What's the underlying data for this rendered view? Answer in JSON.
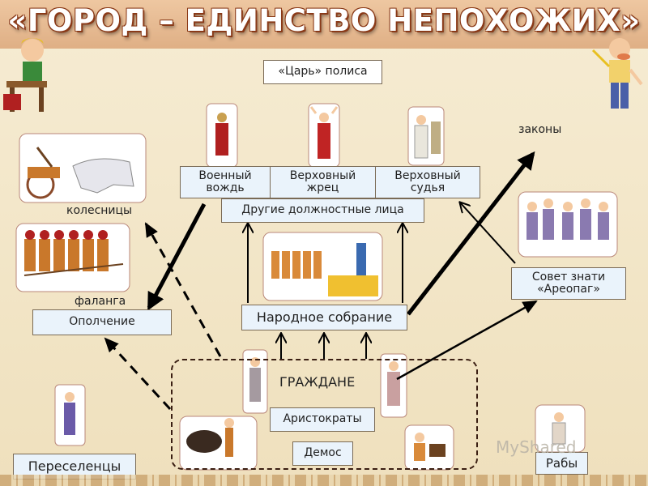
{
  "title": "«ГОРОД – ЕДИНСТВО НЕПОХОЖИХ»",
  "boxes": {
    "king": "«Царь» полиса",
    "military_leader": "Военный вождь",
    "high_priest": "Верховный жрец",
    "high_judge": "Верховный судья",
    "other_officials": "Другие должностные лица",
    "assembly": "Народное собрание",
    "militia": "Ополчение",
    "areopagus": "Совет знати «Ареопаг»",
    "aristocrats": "Аристократы",
    "demos": "Демос",
    "settlers": "Переселенцы",
    "slaves": "Рабы"
  },
  "labels": {
    "chariots": "колесницы",
    "phalanx": "фаланга",
    "laws": "законы",
    "citizens": "ГРАЖДАНЕ"
  },
  "watermark": "MyShared",
  "colors": {
    "title_outline": "#8a3a18",
    "arrow": "#000000",
    "box_border": "#7a6a55"
  }
}
